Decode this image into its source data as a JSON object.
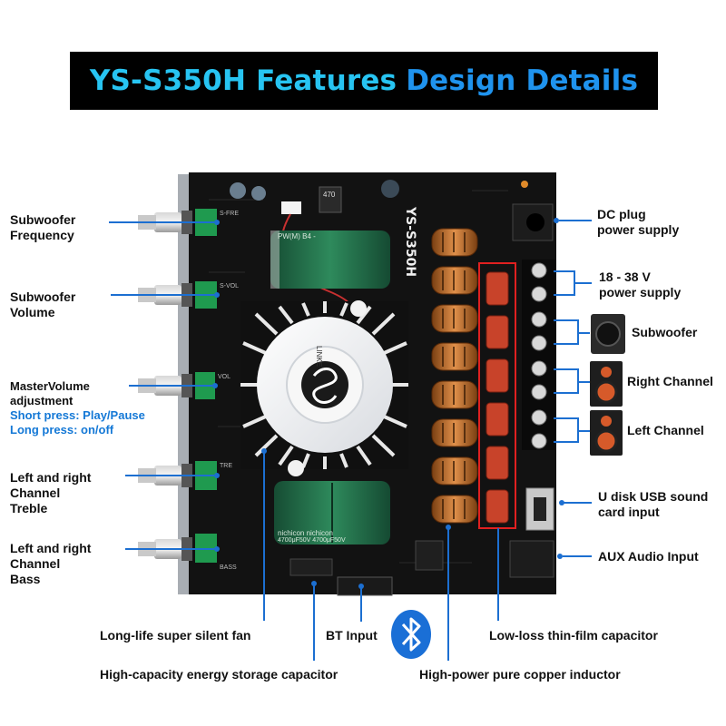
{
  "title": {
    "part1": "YS-S350H Features",
    "part2": "Design Details"
  },
  "board": {
    "model": "YS-S350H",
    "cap_top_text": "PW(M)  B4  -",
    "cap_bottom_text": "nichicon  nichicon",
    "cap_bottom_spec": "4700μF50V  4700μF50V",
    "fan_brand": "LINKE",
    "knob_marks": [
      "S-FRE",
      "S-VOL",
      "VOL",
      "TRE",
      "BASS"
    ],
    "resistor_code": "470"
  },
  "left_labels": {
    "sub_freq": [
      "Subwoofer",
      "Frequency"
    ],
    "sub_vol": [
      "Subwoofer",
      "Volume"
    ],
    "master": [
      "MasterVolume",
      "adjustment"
    ],
    "master_short": "Short press: Play/Pause",
    "master_long": "Long press: on/off",
    "treble": [
      "Left and right",
      "Channel",
      "Treble"
    ],
    "bass": [
      "Left and right",
      "Channel",
      "Bass"
    ]
  },
  "right_labels": {
    "dc": [
      "DC plug",
      "power supply"
    ],
    "power": [
      "18 - 38 V",
      "power supply"
    ],
    "subwoofer": "Subwoofer",
    "right_channel": "Right Channel",
    "left_channel": "Left Channel",
    "usb": [
      "U disk USB sound",
      "card input"
    ],
    "aux": "AUX Audio Input"
  },
  "bottom_labels": {
    "fan": "Long-life super silent fan",
    "bt": "BT Input",
    "film_cap": "Low-loss thin-film capacitor",
    "storage_cap": "High-capacity energy storage capacitor",
    "inductor": "High-power pure copper inductor"
  },
  "colors": {
    "accent_light": "#27c4f2",
    "accent": "#1f93ee",
    "line": "#1c6fd1",
    "pcb": "#111111"
  },
  "icons": [
    "bluetooth-icon",
    "speaker-icon"
  ]
}
